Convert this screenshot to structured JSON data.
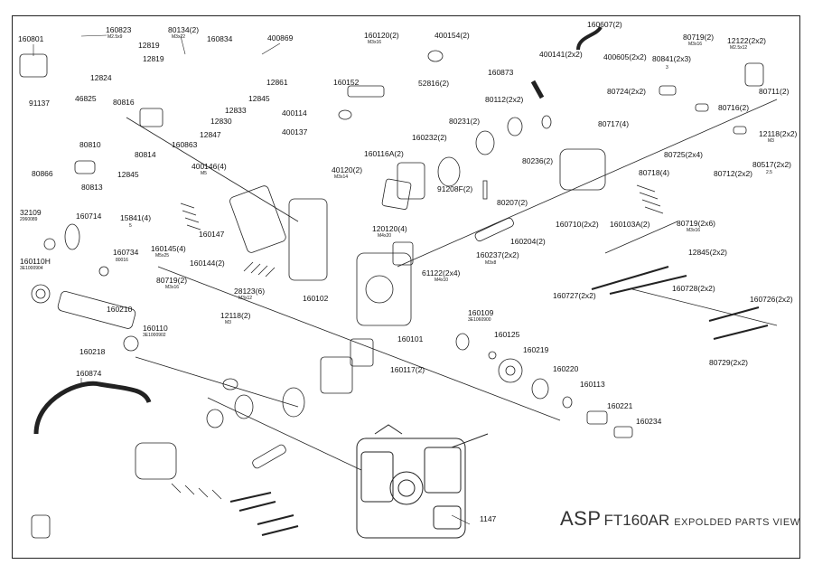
{
  "title": {
    "brand": "ASP",
    "model": "FT160AR",
    "description": "EXPOLDED PARTS VIEW"
  },
  "parts": [
    {
      "id": "p160801",
      "code": "160801"
    },
    {
      "id": "p160823",
      "code": "160823",
      "spec": "M2.5x9"
    },
    {
      "id": "p12819a",
      "code": "12819"
    },
    {
      "id": "p80134",
      "code": "80134(2)",
      "spec": "M3x22"
    },
    {
      "id": "p160834",
      "code": "160834"
    },
    {
      "id": "p400869",
      "code": "400869"
    },
    {
      "id": "p12819b",
      "code": "12819"
    },
    {
      "id": "p12824",
      "code": "12824"
    },
    {
      "id": "p12861",
      "code": "12861"
    },
    {
      "id": "p12845a",
      "code": "12845"
    },
    {
      "id": "p91137",
      "code": "91137"
    },
    {
      "id": "p46825",
      "code": "46825"
    },
    {
      "id": "p80816",
      "code": "80816"
    },
    {
      "id": "p12833",
      "code": "12833"
    },
    {
      "id": "p12830",
      "code": "12830"
    },
    {
      "id": "p12847",
      "code": "12847"
    },
    {
      "id": "p160863",
      "code": "160863"
    },
    {
      "id": "p80810",
      "code": "80810"
    },
    {
      "id": "p80814",
      "code": "80814"
    },
    {
      "id": "p12845b",
      "code": "12845"
    },
    {
      "id": "p80866",
      "code": "80866"
    },
    {
      "id": "p80813",
      "code": "80813"
    },
    {
      "id": "p400146",
      "code": "400146(4)",
      "spec": "M5"
    },
    {
      "id": "p160120",
      "code": "160120(2)",
      "spec": "M3x16"
    },
    {
      "id": "p400154",
      "code": "400154(2)"
    },
    {
      "id": "p160152",
      "code": "160152"
    },
    {
      "id": "p52816",
      "code": "52816(2)"
    },
    {
      "id": "p400114",
      "code": "400114"
    },
    {
      "id": "p400137",
      "code": "400137"
    },
    {
      "id": "p160116A",
      "code": "160116A(2)"
    },
    {
      "id": "p160873",
      "code": "160873"
    },
    {
      "id": "p160607",
      "code": "160607(2)"
    },
    {
      "id": "p400141",
      "code": "400141(2x2)"
    },
    {
      "id": "p400605",
      "code": "400605(2x2)"
    },
    {
      "id": "p80841",
      "code": "80841(2x3)",
      "spec": "3"
    },
    {
      "id": "p80719a",
      "code": "80719(2)",
      "spec": "M3x16"
    },
    {
      "id": "p12122",
      "code": "12122(2x2)",
      "spec": "M2.5x12"
    },
    {
      "id": "p80711",
      "code": "80711(2)"
    },
    {
      "id": "p80724",
      "code": "80724(2x2)"
    },
    {
      "id": "p80716",
      "code": "80716(2)"
    },
    {
      "id": "p80112",
      "code": "80112(2x2)"
    },
    {
      "id": "p80231",
      "code": "80231(2)"
    },
    {
      "id": "p160232",
      "code": "160232(2)"
    },
    {
      "id": "p80236",
      "code": "80236(2)"
    },
    {
      "id": "p80717",
      "code": "80717(4)"
    },
    {
      "id": "p12118a",
      "code": "12118(2x2)",
      "spec": "M3"
    },
    {
      "id": "p80725",
      "code": "80725(2x4)"
    },
    {
      "id": "p80712",
      "code": "80712(2x2)"
    },
    {
      "id": "p80517",
      "code": "80517(2x2)",
      "spec": "2.5"
    },
    {
      "id": "p80718",
      "code": "80718(4)"
    },
    {
      "id": "p91208F",
      "code": "91208F(2)"
    },
    {
      "id": "p80207",
      "code": "80207(2)"
    },
    {
      "id": "p40120",
      "code": "40120(2)",
      "spec": "M3x14"
    },
    {
      "id": "p15841",
      "code": "15841(4)",
      "spec": "5"
    },
    {
      "id": "p32109",
      "code": "32109",
      "spec": "2060089"
    },
    {
      "id": "p160714",
      "code": "160714"
    },
    {
      "id": "p160145",
      "code": "160145(4)",
      "spec": "M5x25"
    },
    {
      "id": "p160147",
      "code": "160147"
    },
    {
      "id": "p120120",
      "code": "120120(4)",
      "spec": "M4x20"
    },
    {
      "id": "p160710",
      "code": "160710(2x2)"
    },
    {
      "id": "p160103A",
      "code": "160103A(2)"
    },
    {
      "id": "p80719b",
      "code": "80719(2x6)",
      "spec": "M3x16"
    },
    {
      "id": "p160204",
      "code": "160204(2)"
    },
    {
      "id": "p160237",
      "code": "160237(2x2)",
      "spec": "M3x8"
    },
    {
      "id": "p160734",
      "code": "160734",
      "spec": "80016"
    },
    {
      "id": "p160110H",
      "code": "160110H",
      "spec": "3E1000904"
    },
    {
      "id": "p160144",
      "code": "160144(2)"
    },
    {
      "id": "p80719c",
      "code": "80719(2)",
      "spec": "M3x16"
    },
    {
      "id": "p28123",
      "code": "28123(6)",
      "spec": "M3x12"
    },
    {
      "id": "p61122",
      "code": "61122(2x4)",
      "spec": "M4x10"
    },
    {
      "id": "p12845c",
      "code": "12845(2x2)"
    },
    {
      "id": "p160727",
      "code": "160727(2x2)"
    },
    {
      "id": "p160728",
      "code": "160728(2x2)"
    },
    {
      "id": "p160726",
      "code": "160726(2x2)"
    },
    {
      "id": "p160102",
      "code": "160102"
    },
    {
      "id": "p12118b",
      "code": "12118(2)",
      "spec": "M3"
    },
    {
      "id": "p160210",
      "code": "160210"
    },
    {
      "id": "p160109",
      "code": "160109",
      "spec": "3E1060900"
    },
    {
      "id": "p160101",
      "code": "160101"
    },
    {
      "id": "p160110",
      "code": "160110",
      "spec": "3E1000902"
    },
    {
      "id": "p160218",
      "code": "160218"
    },
    {
      "id": "p160125",
      "code": "160125"
    },
    {
      "id": "p160219",
      "code": "160219"
    },
    {
      "id": "p80729",
      "code": "80729(2x2)"
    },
    {
      "id": "p160117",
      "code": "160117(2)"
    },
    {
      "id": "p160874",
      "code": "160874"
    },
    {
      "id": "p160220",
      "code": "160220"
    },
    {
      "id": "p160113",
      "code": "160113"
    },
    {
      "id": "p160221",
      "code": "160221"
    },
    {
      "id": "p160234",
      "code": "160234"
    },
    {
      "id": "p1147",
      "code": "1147"
    }
  ]
}
